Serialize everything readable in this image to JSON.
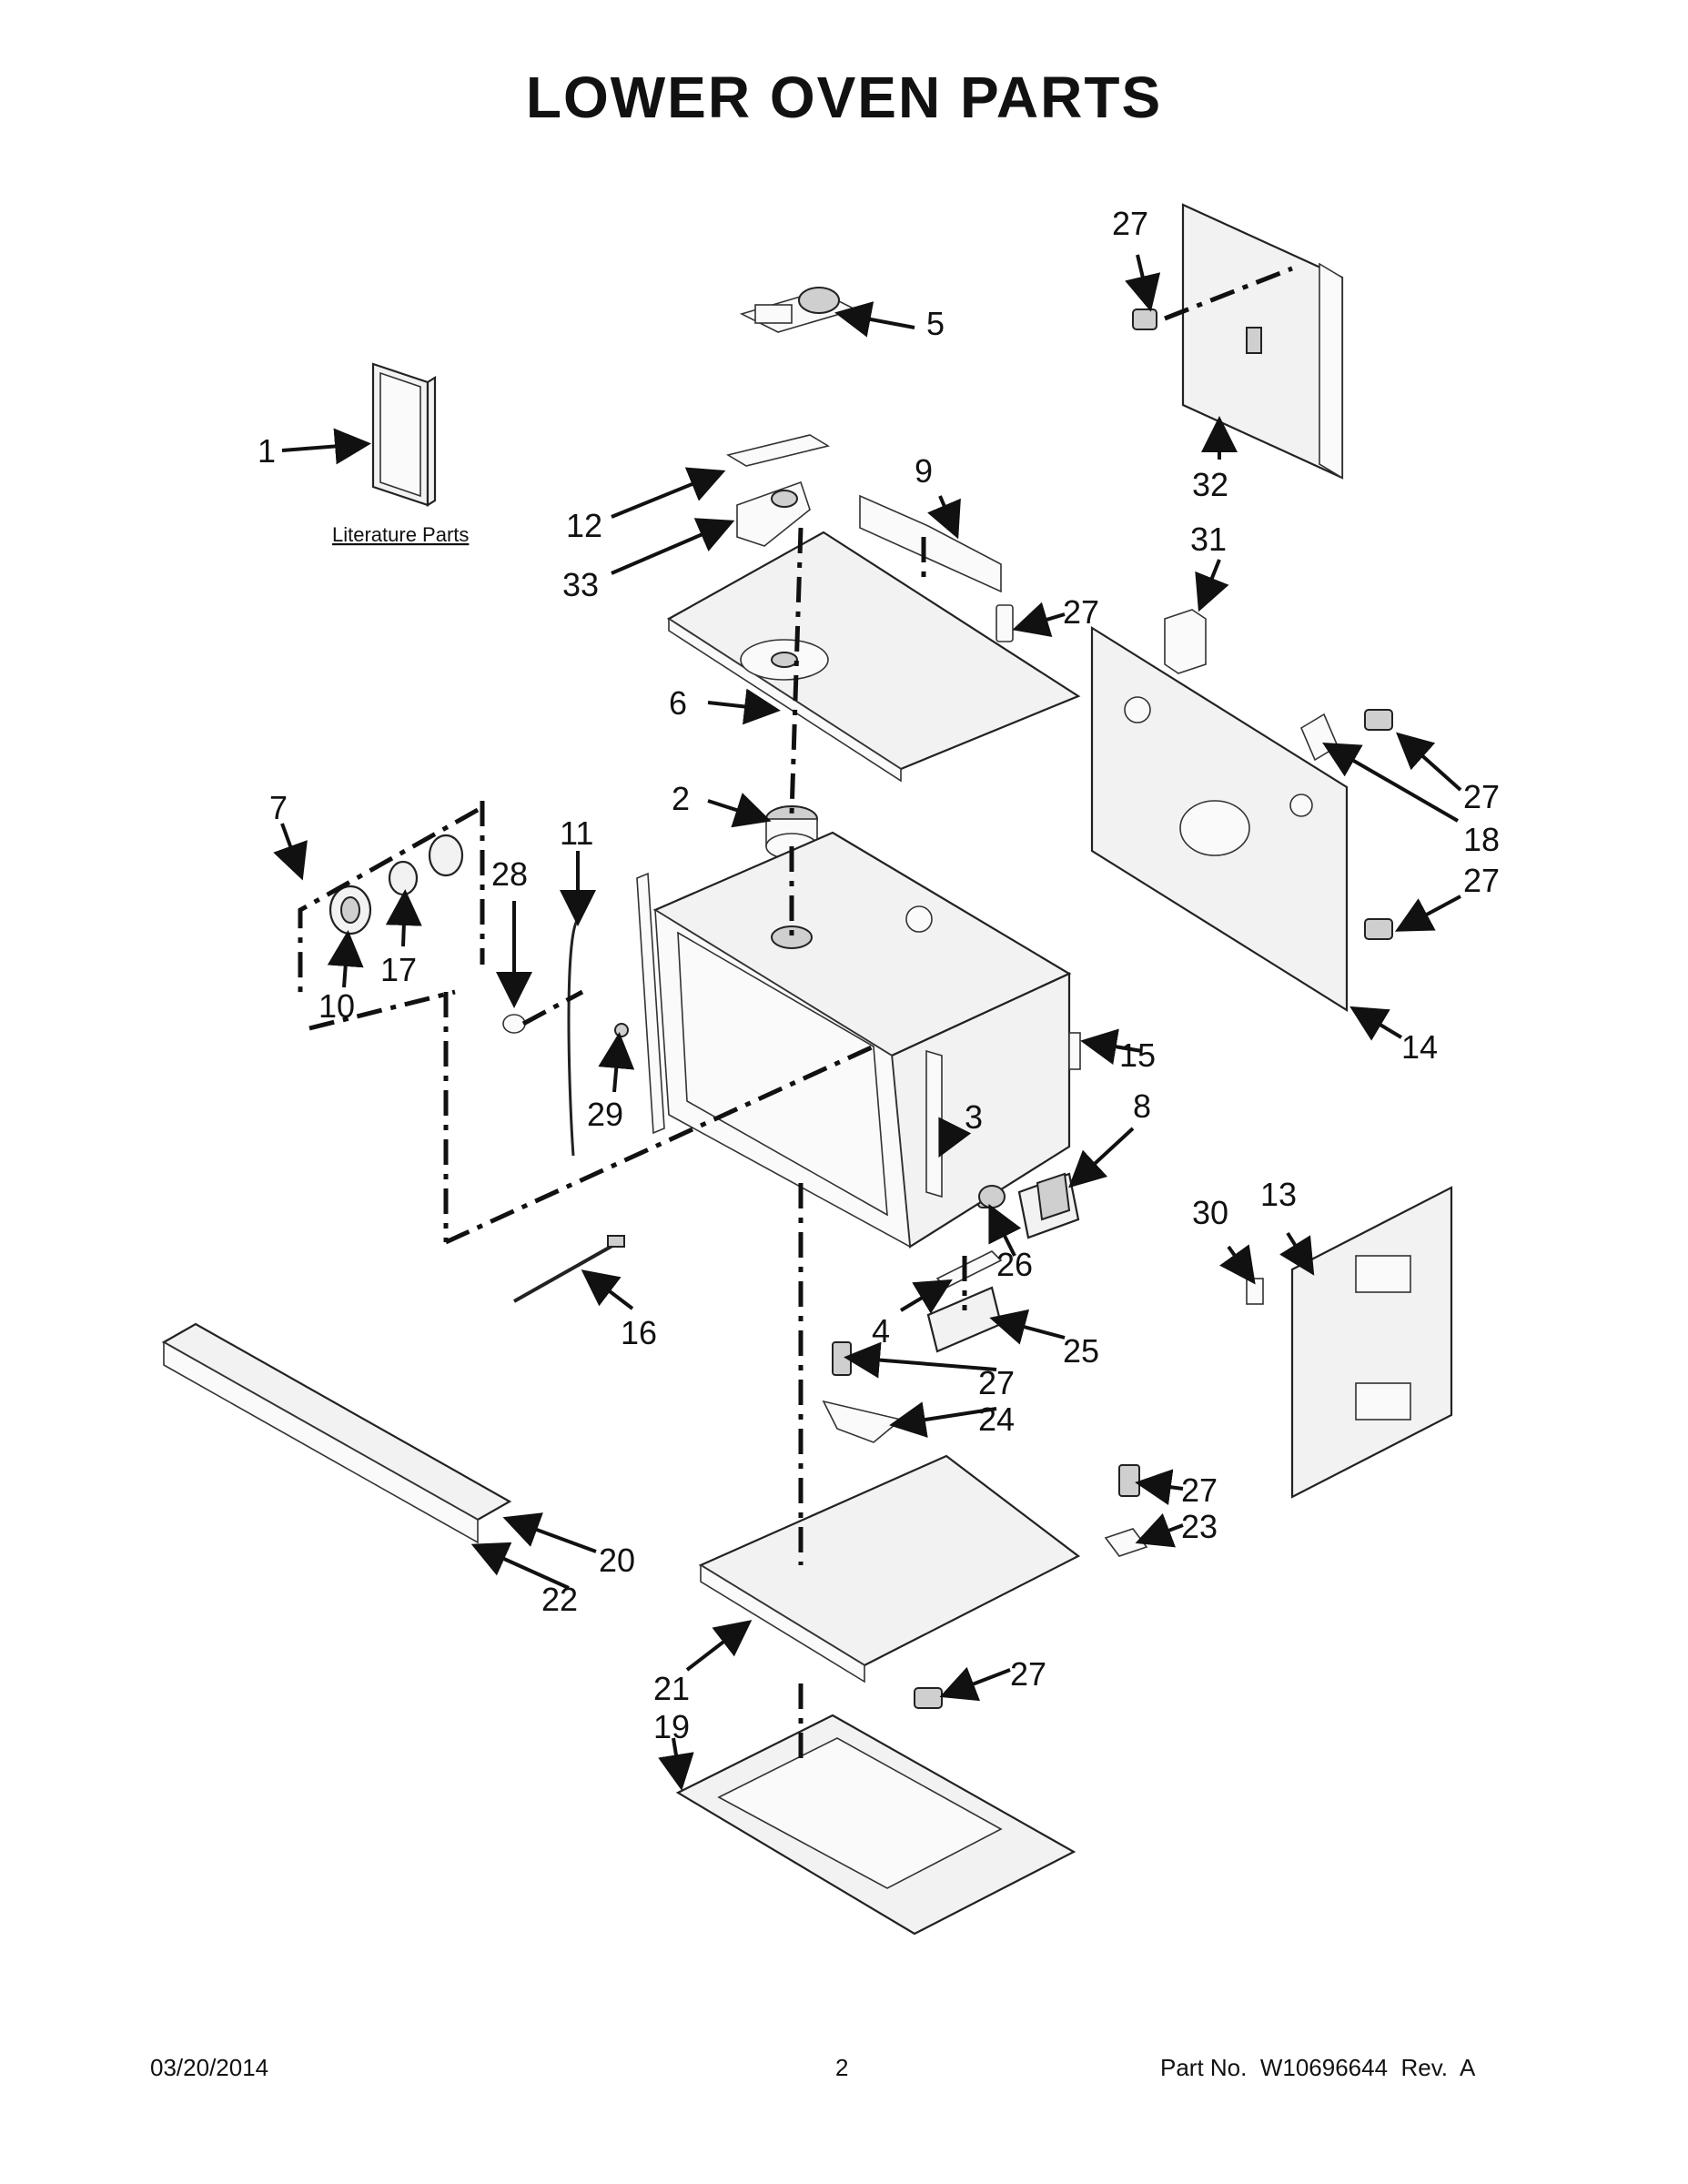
{
  "title": "LOWER OVEN PARTS",
  "literature_label": "Literature Parts",
  "callouts": {
    "c1": "1",
    "c2": "2",
    "c3": "3",
    "c4": "4",
    "c5": "5",
    "c6": "6",
    "c7": "7",
    "c8": "8",
    "c9": "9",
    "c10": "10",
    "c11": "11",
    "c12": "12",
    "c13": "13",
    "c14": "14",
    "c15": "15",
    "c16": "16",
    "c17": "17",
    "c18": "18",
    "c19": "19",
    "c20": "20",
    "c21": "21",
    "c22": "22",
    "c23": "23",
    "c24": "24",
    "c25": "25",
    "c26": "26",
    "c27": "27",
    "c28": "28",
    "c29": "29",
    "c30": "30",
    "c31": "31",
    "c32": "32",
    "c33": "33"
  },
  "footer": {
    "date": "03/20/2014",
    "page": "2",
    "part_no": "Part No.  W10696644  Rev.  A"
  }
}
